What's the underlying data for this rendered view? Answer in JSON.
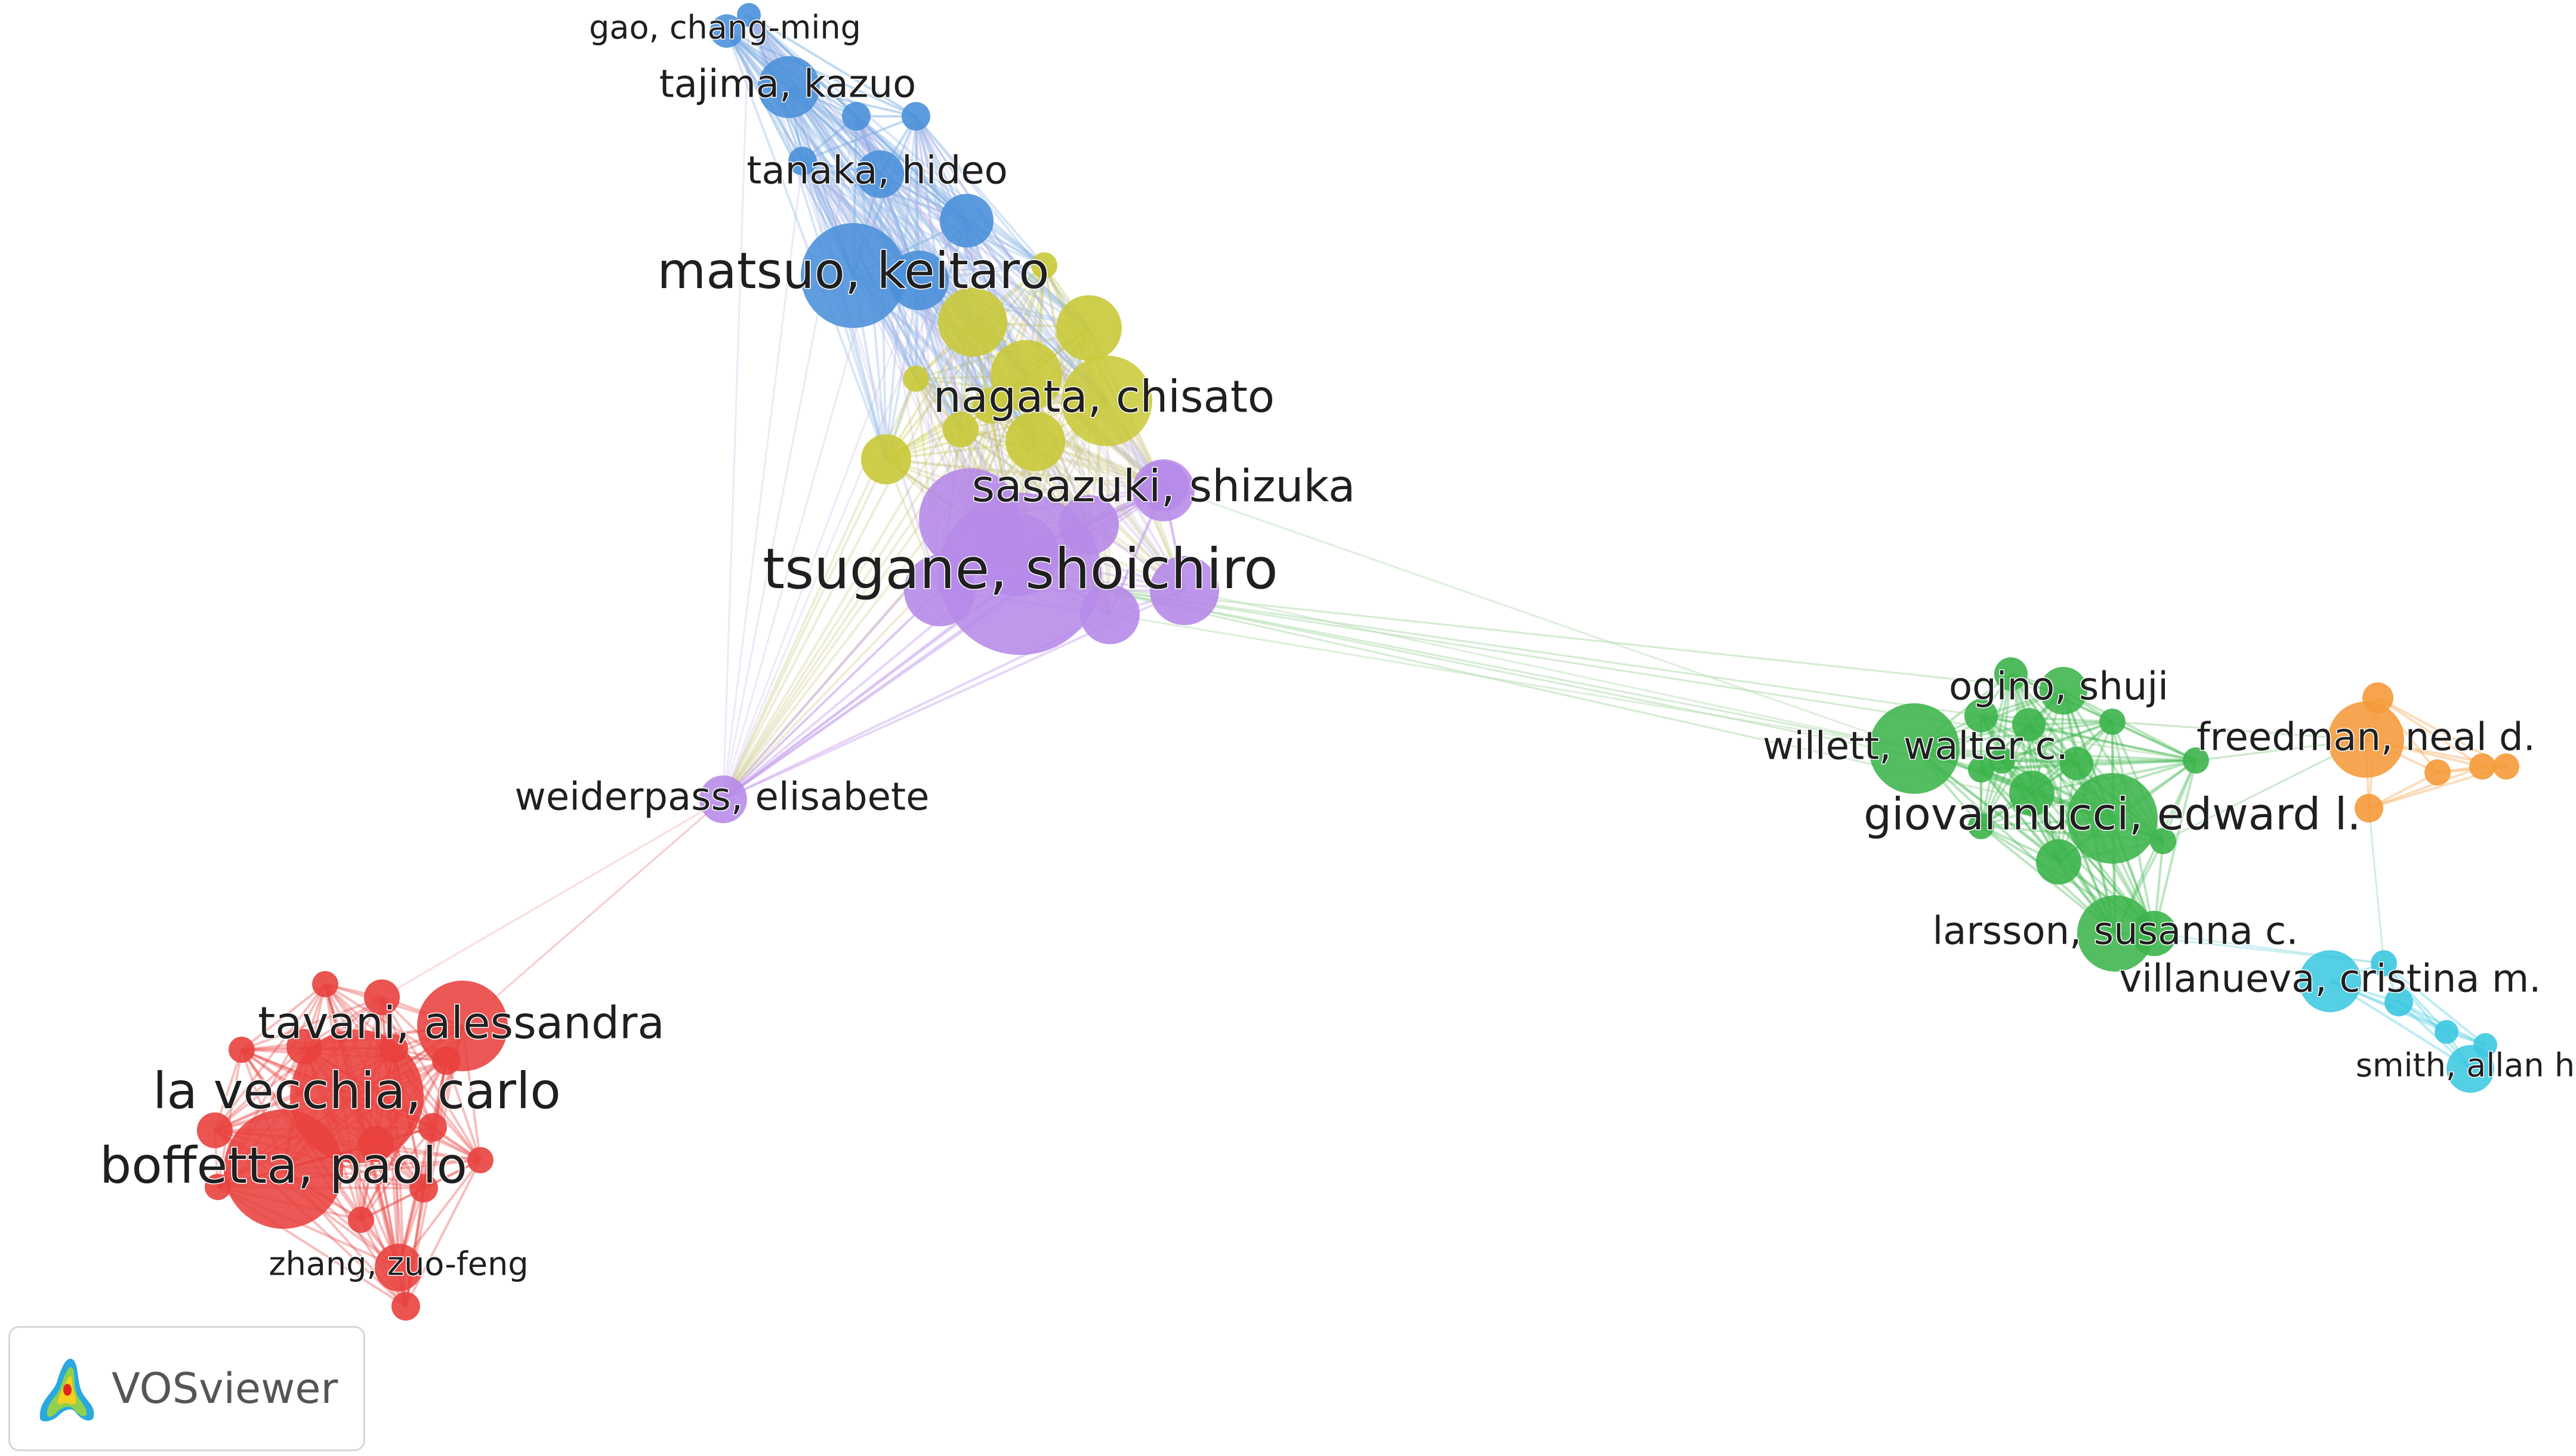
{
  "app": {
    "name": "VOSviewer",
    "logo_icon": "vosviewer-density-icon"
  },
  "cluster_colors": {
    "red": "#e8413e",
    "green": "#3cb44b",
    "blue": "#4a90d9",
    "yellow": "#c9c93a",
    "purple": "#b68ae8",
    "cyan": "#3cc8e0",
    "orange": "#f59a3a"
  },
  "nodes": [
    {
      "id": "gao",
      "label": "gao, chang-ming",
      "cluster": "blue",
      "size": 1,
      "labelSize": 1
    },
    {
      "id": "tajima",
      "label": "tajima, kazuo",
      "cluster": "blue",
      "size": 3,
      "labelSize": 2
    },
    {
      "id": "tanaka",
      "label": "tanaka, hideo",
      "cluster": "blue",
      "size": 2,
      "labelSize": 2
    },
    {
      "id": "matsuo",
      "label": "matsuo, keitaro",
      "cluster": "blue",
      "size": 6,
      "labelSize": 4
    },
    {
      "id": "nagata",
      "label": "nagata, chisato",
      "cluster": "yellow",
      "size": 5,
      "labelSize": 3
    },
    {
      "id": "sasazuki",
      "label": "sasazuki, shizuka",
      "cluster": "purple",
      "size": 3,
      "labelSize": 3
    },
    {
      "id": "tsugane",
      "label": "tsugane, shoichiro",
      "cluster": "purple",
      "size": 10,
      "labelSize": 5
    },
    {
      "id": "weiderpass",
      "label": "weiderpass, elisabete",
      "cluster": "purple",
      "size": 2,
      "labelSize": 2
    },
    {
      "id": "ogino",
      "label": "ogino, shuji",
      "cluster": "green",
      "size": 2,
      "labelSize": 2
    },
    {
      "id": "willett",
      "label": "willett, walter c.",
      "cluster": "green",
      "size": 5,
      "labelSize": 2
    },
    {
      "id": "giovannucci",
      "label": "giovannucci, edward l.",
      "cluster": "green",
      "size": 5,
      "labelSize": 3
    },
    {
      "id": "larsson",
      "label": "larsson, susanna c.",
      "cluster": "green",
      "size": 4,
      "labelSize": 2
    },
    {
      "id": "freedman",
      "label": "freedman, neal d.",
      "cluster": "orange",
      "size": 4,
      "labelSize": 2
    },
    {
      "id": "villanueva",
      "label": "villanueva, cristina m.",
      "cluster": "cyan",
      "size": 3,
      "labelSize": 2
    },
    {
      "id": "smith",
      "label": "smith, allan h.",
      "cluster": "cyan",
      "size": 2,
      "labelSize": 1
    },
    {
      "id": "tavani",
      "label": "tavani, alessandra",
      "cluster": "red",
      "size": 5,
      "labelSize": 3
    },
    {
      "id": "lavecchia",
      "label": "la vecchia, carlo",
      "cluster": "red",
      "size": 8,
      "labelSize": 4
    },
    {
      "id": "boffetta",
      "label": "boffetta, paolo",
      "cluster": "red",
      "size": 7,
      "labelSize": 4
    },
    {
      "id": "zhang",
      "label": "zhang, zuo-feng",
      "cluster": "red",
      "size": 2,
      "labelSize": 1
    }
  ]
}
